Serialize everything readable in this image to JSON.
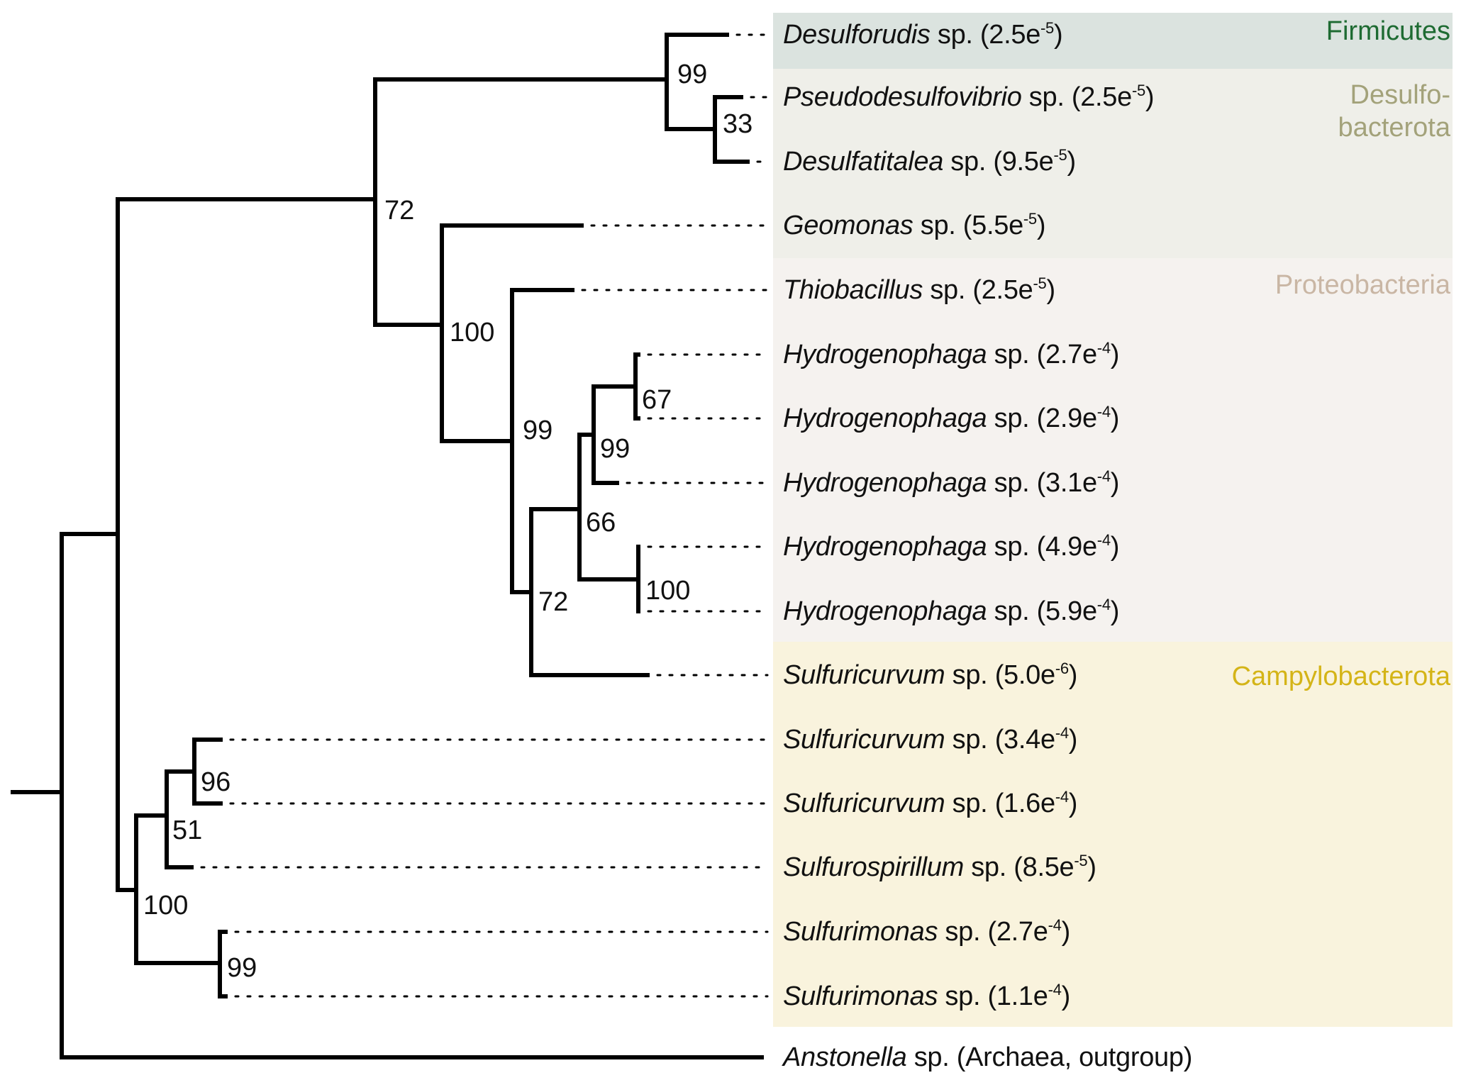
{
  "figure": {
    "type": "phylogenetic_tree",
    "phyla": [
      {
        "name": "Firmicutes",
        "label": "Firmicutes",
        "color": "#1e6b32",
        "band_color": "#dbe3df"
      },
      {
        "name": "Desulfobacterota",
        "label_line1": "Desulfo-",
        "label_line2": "bacterota",
        "color": "#a3a27a",
        "band_color": "#efefe9"
      },
      {
        "name": "Proteobacteria",
        "label": "Proteobacteria",
        "color": "#c9b6a4",
        "band_color": "#f5f2ef"
      },
      {
        "name": "Campylobacterota",
        "label": "Campylobacterota",
        "color": "#d4b417",
        "band_color": "#f9f3dd"
      }
    ],
    "leaves": [
      {
        "genus": "Desulforudis",
        "suffix": " sp. (2.5e",
        "exp": "-5",
        "close": ")",
        "phylum": "Firmicutes"
      },
      {
        "genus": "Pseudodesulfovibrio",
        "suffix": " sp. (2.5e",
        "exp": "-5",
        "close": ")",
        "phylum": "Desulfobacterota"
      },
      {
        "genus": "Desulfatitalea",
        "suffix": " sp. (9.5e",
        "exp": "-5",
        "close": ")",
        "phylum": "Desulfobacterota"
      },
      {
        "genus": "Geomonas",
        "suffix": " sp. (5.5e",
        "exp": "-5",
        "close": ")",
        "phylum": "Desulfobacterota"
      },
      {
        "genus": "Thiobacillus",
        "suffix": " sp. (2.5e",
        "exp": "-5",
        "close": ")",
        "phylum": "Proteobacteria"
      },
      {
        "genus": "Hydrogenophaga",
        "suffix": " sp. (2.7e",
        "exp": "-4",
        "close": ")",
        "phylum": "Proteobacteria"
      },
      {
        "genus": "Hydrogenophaga",
        "suffix": " sp. (2.9e",
        "exp": "-4",
        "close": ")",
        "phylum": "Proteobacteria"
      },
      {
        "genus": "Hydrogenophaga",
        "suffix": " sp. (3.1e",
        "exp": "-4",
        "close": ")",
        "phylum": "Proteobacteria"
      },
      {
        "genus": "Hydrogenophaga",
        "suffix": " sp. (4.9e",
        "exp": "-4",
        "close": ")",
        "phylum": "Proteobacteria"
      },
      {
        "genus": "Hydrogenophaga",
        "suffix": " sp. (5.9e",
        "exp": "-4",
        "close": ")",
        "phylum": "Proteobacteria"
      },
      {
        "genus": "Sulfuricurvum",
        "suffix": " sp. (5.0e",
        "exp": "-6",
        "close": ")",
        "phylum": "Campylobacterota"
      },
      {
        "genus": "Sulfuricurvum",
        "suffix": " sp. (3.4e",
        "exp": "-4",
        "close": ")",
        "phylum": "Campylobacterota"
      },
      {
        "genus": "Sulfuricurvum",
        "suffix": " sp. (1.6e",
        "exp": "-4",
        "close": ")",
        "phylum": "Campylobacterota"
      },
      {
        "genus": "Sulfurospirillum",
        "suffix": " sp. (8.5e",
        "exp": "-5",
        "close": ")",
        "phylum": "Campylobacterota"
      },
      {
        "genus": "Sulfurimonas",
        "suffix": " sp. (2.7e",
        "exp": "-4",
        "close": ")",
        "phylum": "Campylobacterota"
      },
      {
        "genus": "Sulfurimonas",
        "suffix": " sp. (1.1e",
        "exp": "-4",
        "close": ")",
        "phylum": "Campylobacterota"
      },
      {
        "genus": "Anstonella",
        "suffix": " sp. (Archaea, outgroup)",
        "exp": "",
        "close": "",
        "phylum": ""
      }
    ],
    "bootstrap": {
      "firmicutes_desulfo": "99",
      "pseudo_desulfat": "33",
      "upper_clade": "72",
      "geomonas_proteo": "100",
      "proteo": "99",
      "hydro_67": "67",
      "hydro_99": "99",
      "hydro_66": "66",
      "hydro_100": "100",
      "proteo_campy": "72",
      "campy_96": "96",
      "campy_51": "51",
      "campy_100": "100",
      "campy_99": "99"
    },
    "line_color": "#000000"
  }
}
